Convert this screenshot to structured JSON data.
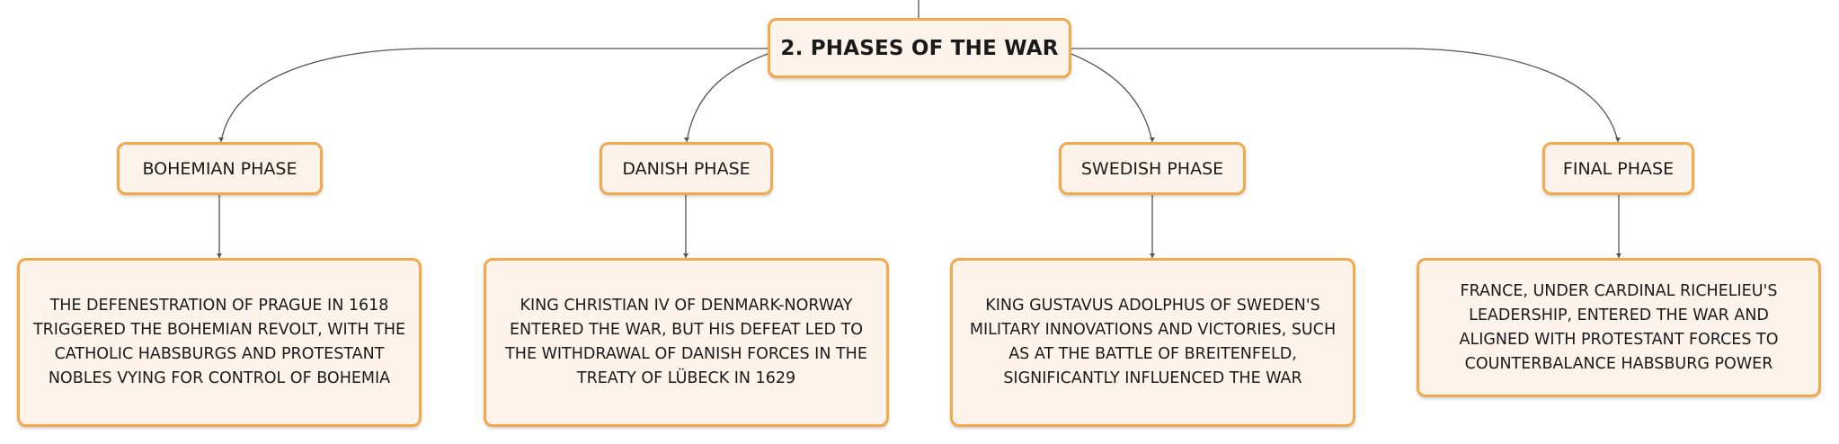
{
  "root": {
    "label": "2. PHASES OF THE WAR"
  },
  "phases": [
    {
      "label": "BOHEMIAN PHASE",
      "detail": "THE DEFENESTRATION OF PRAGUE IN 1618 TRIGGERED THE BOHEMIAN REVOLT, WITH THE CATHOLIC HABSBURGS AND PROTESTANT NOBLES VYING FOR CONTROL OF BOHEMIA"
    },
    {
      "label": "DANISH PHASE",
      "detail": "KING CHRISTIAN IV OF DENMARK-NORWAY ENTERED THE WAR, BUT HIS DEFEAT LED TO THE WITHDRAWAL OF DANISH FORCES IN THE TREATY OF LÜBECK IN 1629"
    },
    {
      "label": "SWEDISH PHASE",
      "detail": "KING GUSTAVUS ADOLPHUS OF SWEDEN'S MILITARY INNOVATIONS AND VICTORIES, SUCH AS AT THE BATTLE OF BREITENFELD, SIGNIFICANTLY INFLUENCED THE WAR"
    },
    {
      "label": "FINAL PHASE",
      "detail": "FRANCE, UNDER CARDINAL RICHELIEU'S LEADERSHIP, ENTERED THE WAR AND ALIGNED WITH PROTESTANT FORCES TO COUNTERBALANCE HABSBURG POWER"
    }
  ],
  "colors": {
    "node_fill": "#fdf3ea",
    "node_border": "#f0a94c",
    "connector": "#555555"
  }
}
